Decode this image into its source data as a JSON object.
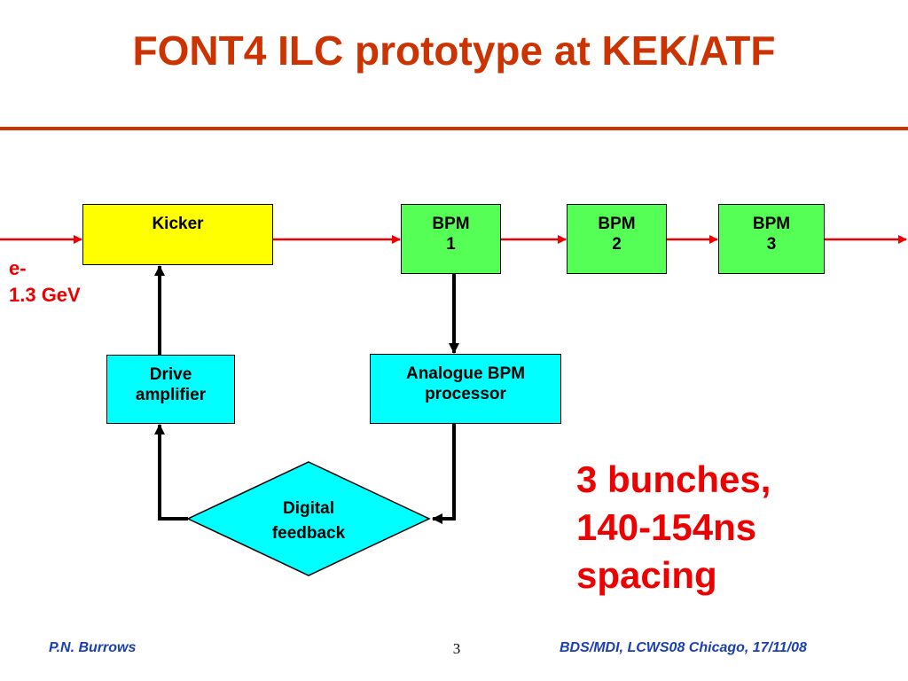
{
  "slide": {
    "title": "FONT4 ILC prototype at KEK/ATF"
  },
  "beam": {
    "particle": "e-",
    "energy": "1.3 GeV"
  },
  "boxes": {
    "kicker": "Kicker",
    "bpm1_line1": "BPM",
    "bpm1_line2": "1",
    "bpm2_line1": "BPM",
    "bpm2_line2": "2",
    "bpm3_line1": "BPM",
    "bpm3_line2": "3",
    "drive_line1": "Drive",
    "drive_line2": "amplifier",
    "analogue_line1": "Analogue BPM",
    "analogue_line2": "processor",
    "digital_line1": "Digital",
    "digital_line2": "feedback"
  },
  "note": {
    "line1": "3 bunches,",
    "line2": "140-154ns",
    "line3": "spacing"
  },
  "footer": {
    "author": "P.N. Burrows",
    "page": "3",
    "event": "BDS/MDI, LCWS08 Chicago, 17/11/08"
  },
  "colors": {
    "title": "#cc3300",
    "beam_arrow": "#ee0000",
    "kicker_fill": "#ffff00",
    "bpm_fill": "#55ff55",
    "processor_fill": "#00ffff",
    "footer_text": "#1a3fb0"
  }
}
